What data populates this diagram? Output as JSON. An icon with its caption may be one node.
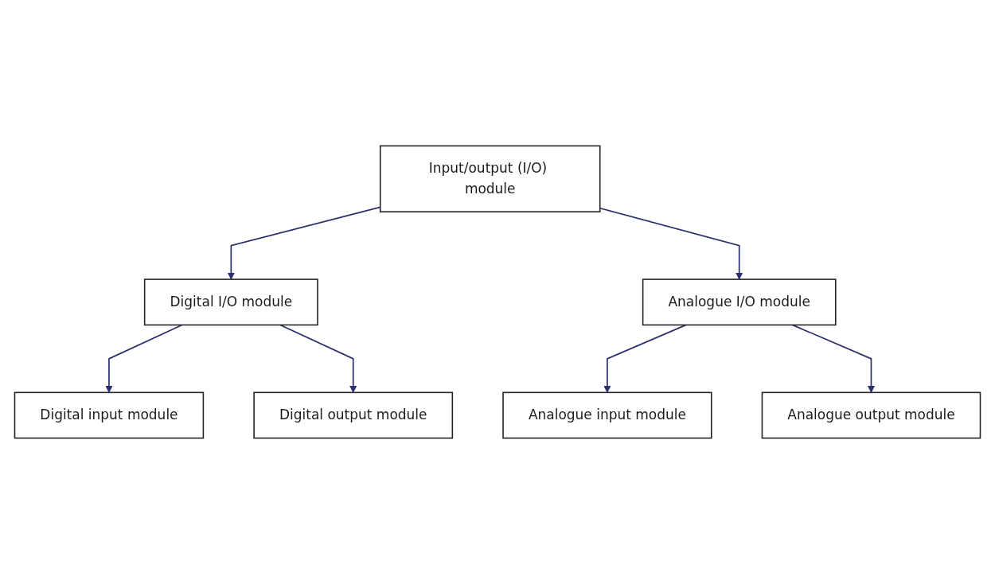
{
  "diagram": {
    "nodes": [
      {
        "text": [
          "Input/output (I/O) module"
        ]
      },
      {
        "text": [
          "Digital I/O module"
        ]
      },
      {
        "text": [
          "Analogue I/O module"
        ]
      },
      {
        "text": [
          "Digital input module"
        ]
      },
      {
        "text": [
          "Digital output module"
        ]
      },
      {
        "text": [
          "Analogue input module"
        ]
      },
      {
        "text": [
          "Analogue output module"
        ]
      }
    ],
    "edges": [
      {
        "from": 0,
        "to": 1,
        "arrow": "to"
      },
      {
        "from": 0,
        "to": 2,
        "arrow": "to"
      },
      {
        "from": 1,
        "to": 3,
        "arrow": "to"
      },
      {
        "from": 1,
        "to": 4,
        "arrow": "to"
      },
      {
        "from": 2,
        "to": 5,
        "arrow": "to"
      },
      {
        "from": 2,
        "to": 6,
        "arrow": "to"
      }
    ]
  }
}
